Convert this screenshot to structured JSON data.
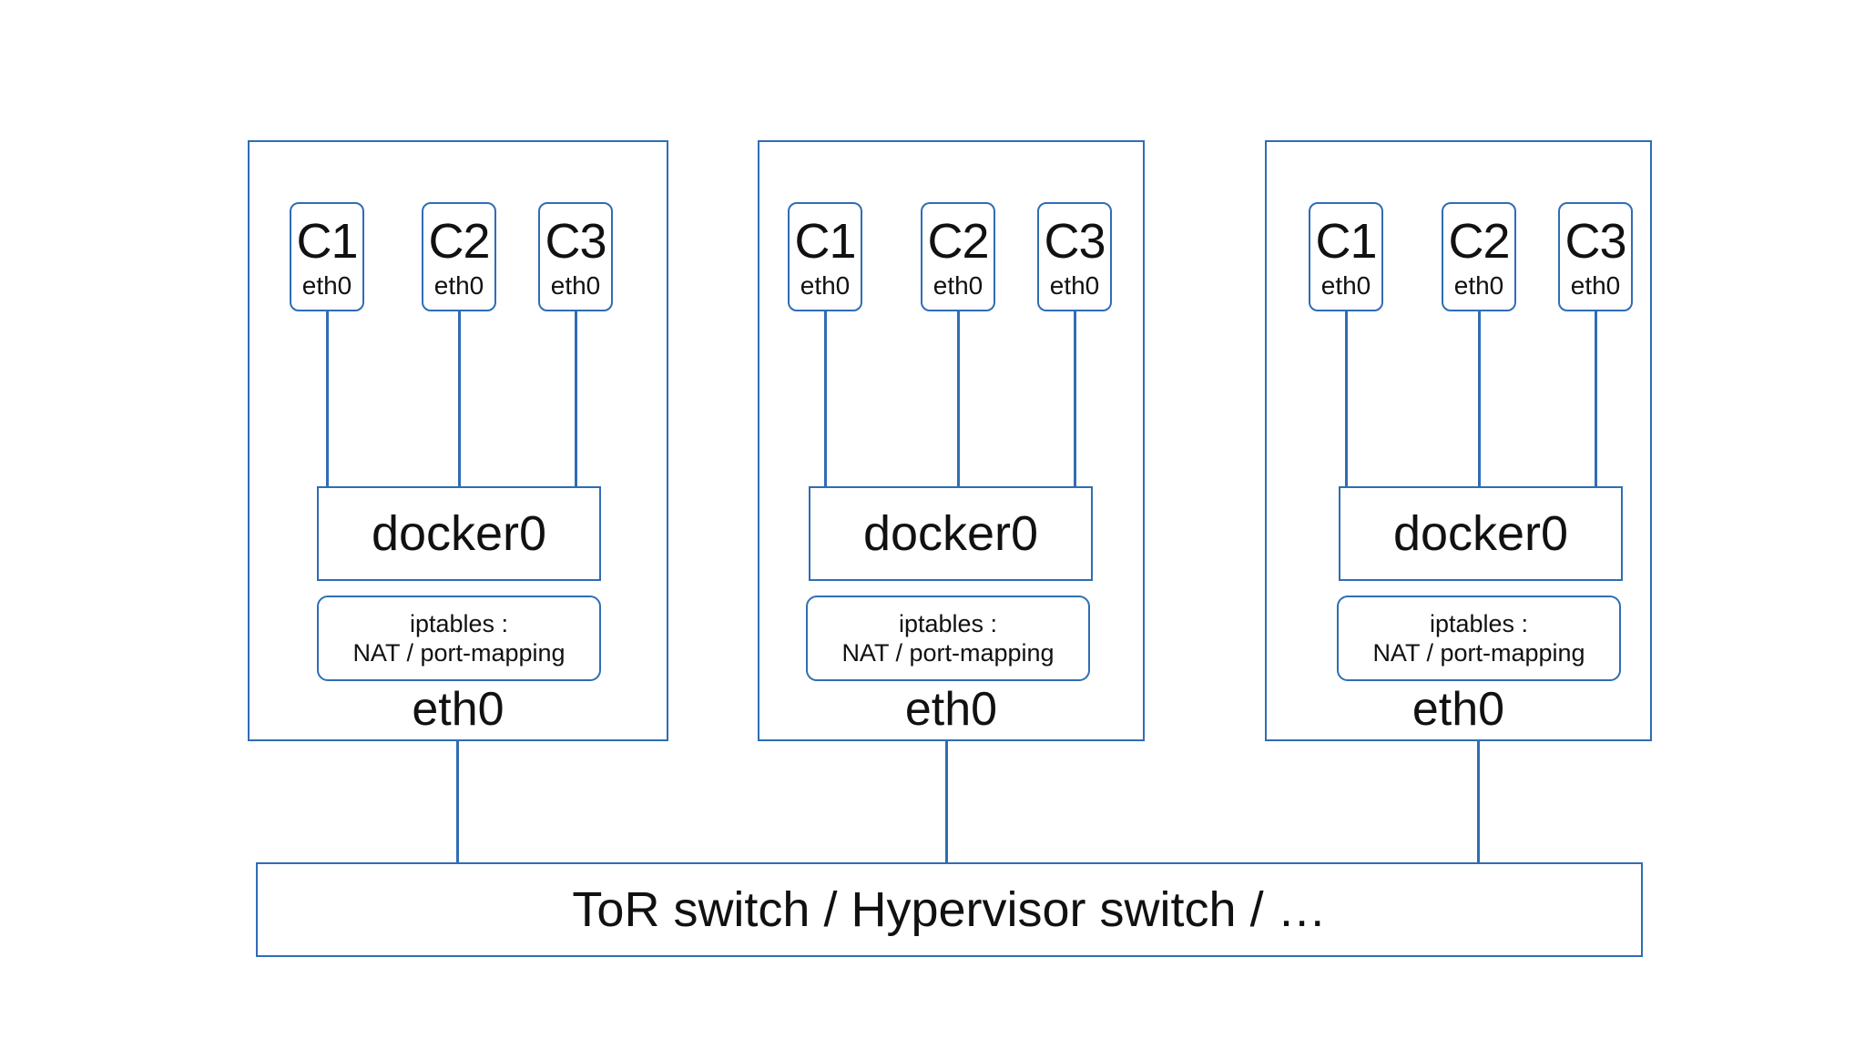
{
  "hosts": [
    {
      "containers": [
        {
          "name": "C1",
          "interface": "eth0"
        },
        {
          "name": "C2",
          "interface": "eth0"
        },
        {
          "name": "C3",
          "interface": "eth0"
        }
      ],
      "bridge": "docker0",
      "iptables_line1": "iptables :",
      "iptables_line2": "NAT / port-mapping",
      "host_interface": "eth0"
    },
    {
      "containers": [
        {
          "name": "C1",
          "interface": "eth0"
        },
        {
          "name": "C2",
          "interface": "eth0"
        },
        {
          "name": "C3",
          "interface": "eth0"
        }
      ],
      "bridge": "docker0",
      "iptables_line1": "iptables :",
      "iptables_line2": "NAT / port-mapping",
      "host_interface": "eth0"
    },
    {
      "containers": [
        {
          "name": "C1",
          "interface": "eth0"
        },
        {
          "name": "C2",
          "interface": "eth0"
        },
        {
          "name": "C3",
          "interface": "eth0"
        }
      ],
      "bridge": "docker0",
      "iptables_line1": "iptables :",
      "iptables_line2": "NAT / port-mapping",
      "host_interface": "eth0"
    }
  ],
  "switch_label": "ToR switch / Hypervisor switch / …",
  "colors": {
    "stroke": "#2f6db5",
    "text": "#111111",
    "background": "#ffffff"
  }
}
